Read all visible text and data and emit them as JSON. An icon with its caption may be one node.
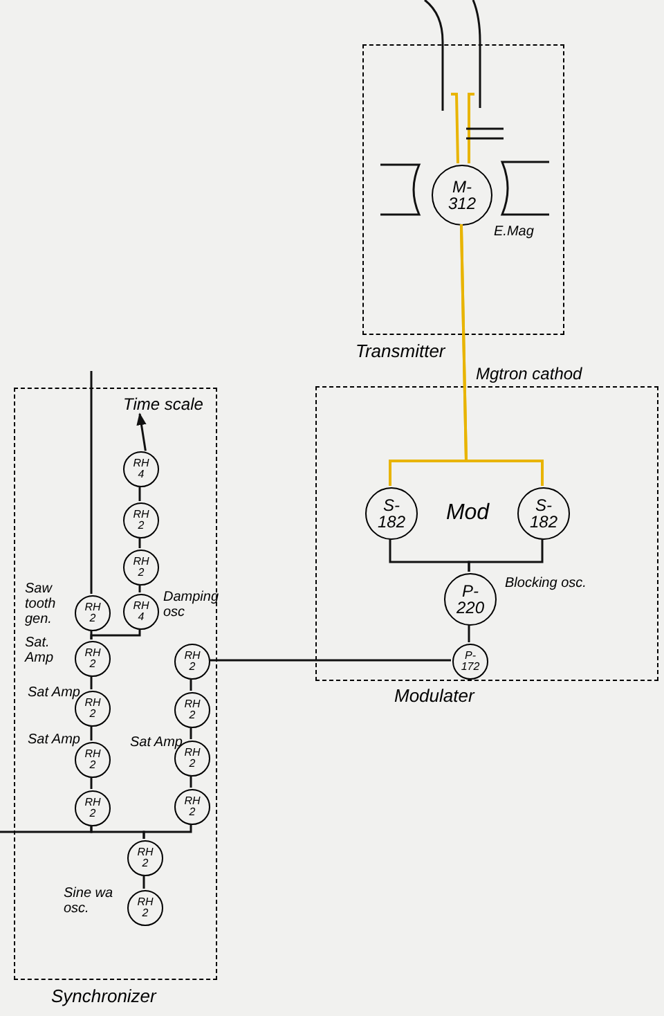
{
  "diagram": {
    "nodes": [
      {
        "text": [
          "Transmitter"
        ]
      },
      {
        "text": [
          "M- 312"
        ],
        "in": 0,
        "beside": [
          "E.Mag"
        ]
      },
      {
        "text": [
          "Modulater"
        ]
      },
      {
        "text": [
          "Mod"
        ],
        "in": 2
      },
      {
        "text": [
          "S- 182"
        ],
        "in": 2
      },
      {
        "text": [
          "S- 182"
        ],
        "in": 2
      },
      {
        "text": [
          "P- 220"
        ],
        "in": 2,
        "beside": [
          "Blocking osc."
        ]
      },
      {
        "text": [
          "P- 172"
        ],
        "in": 2
      },
      {
        "text": [
          "Synchronizer"
        ]
      },
      {
        "text": [
          "RH 4"
        ],
        "in": 8
      },
      {
        "text": [
          "RH 2"
        ],
        "in": 8
      },
      {
        "text": [
          "RH 2"
        ],
        "in": 8
      },
      {
        "text": [
          "RH 4"
        ],
        "in": 8,
        "beside": [
          "Damping osc"
        ]
      },
      {
        "text": [
          "RH 2"
        ],
        "in": 8,
        "beside": [
          "Saw tooth gen."
        ]
      },
      {
        "text": [
          "RH 2"
        ],
        "in": 8,
        "beside": [
          "Sat. Amp"
        ]
      },
      {
        "text": [
          "RH 2"
        ],
        "in": 8,
        "beside": [
          "Sat Amp"
        ]
      },
      {
        "text": [
          "RH 2"
        ],
        "in": 8,
        "beside": [
          "Sat Amp"
        ]
      },
      {
        "text": [
          "RH 2"
        ],
        "in": 8
      },
      {
        "text": [
          "RH 2"
        ],
        "in": 8
      },
      {
        "text": [
          "RH 2"
        ],
        "in": 8
      },
      {
        "text": [
          "RH 2"
        ],
        "in": 8,
        "beside": [
          "Sat Amp"
        ]
      },
      {
        "text": [
          "RH 2"
        ],
        "in": 8
      },
      {
        "text": [
          "RH 2"
        ],
        "in": 8
      },
      {
        "text": [
          "RH 2"
        ],
        "in": 8,
        "beside": [
          "Sine wa osc."
        ]
      },
      {
        "text": [
          "Time scale"
        ],
        "in": 8
      }
    ],
    "edges": [
      {
        "from": 1,
        "to": 4,
        "arrow": "none",
        "color": "#e8b400"
      },
      {
        "from": 1,
        "to": 5,
        "arrow": "none",
        "color": "#e8b400"
      },
      {
        "from": 4,
        "to": 6,
        "arrow": "none"
      },
      {
        "from": 5,
        "to": 6,
        "arrow": "none"
      },
      {
        "from": 6,
        "to": 7,
        "arrow": "none"
      },
      {
        "from": 7,
        "to": 18,
        "arrow": "none"
      },
      {
        "from": 9,
        "to": 24,
        "arrow": "to"
      },
      {
        "from": 9,
        "to": 10,
        "arrow": "none"
      },
      {
        "from": 10,
        "to": 11,
        "arrow": "none"
      },
      {
        "from": 11,
        "to": 12,
        "arrow": "none"
      },
      {
        "from": 13,
        "to": null,
        "arrow": "none"
      },
      {
        "from": 12,
        "to": 14,
        "arrow": "none"
      },
      {
        "from": 13,
        "to": 14,
        "arrow": "none"
      },
      {
        "from": 14,
        "to": 15,
        "arrow": "none"
      },
      {
        "from": 15,
        "to": 16,
        "arrow": "none"
      },
      {
        "from": 16,
        "to": 17,
        "arrow": "none"
      },
      {
        "from": 18,
        "to": 19,
        "arrow": "none"
      },
      {
        "from": 19,
        "to": 20,
        "arrow": "none"
      },
      {
        "from": 20,
        "to": 21,
        "arrow": "none"
      },
      {
        "from": 17,
        "to": 22,
        "arrow": "none"
      },
      {
        "from": 21,
        "to": 22,
        "arrow": "none"
      },
      {
        "from": 17,
        "to": null,
        "arrow": "none"
      },
      {
        "from": 22,
        "to": 23,
        "arrow": "none"
      }
    ],
    "labels": [
      "Mgtron cathod"
    ]
  }
}
